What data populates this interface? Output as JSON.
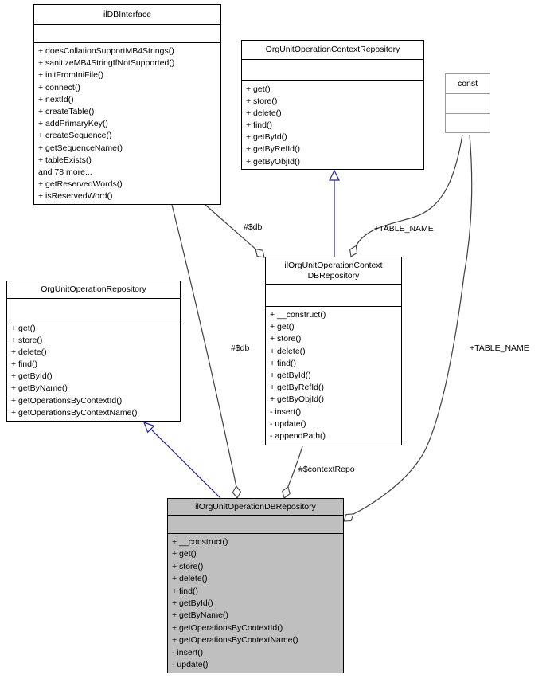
{
  "diagram_type": "uml-collaboration-graph",
  "classes": {
    "dbi": {
      "title": "ilDBInterface",
      "members": [
        "+ doesCollationSupportMB4Strings()",
        "+ sanitizeMB4StringIfNotSupported()",
        "+ initFromIniFile()",
        "+ connect()",
        "+ nextId()",
        "+ createTable()",
        "+ addPrimaryKey()",
        "+ createSequence()",
        "+ getSequenceName()",
        "+ tableExists()",
        "and 78 more...",
        "+ getReservedWords()",
        "+ isReservedWord()"
      ]
    },
    "ctx_repo": {
      "title": "OrgUnitOperationContextRepository",
      "members": [
        "+ get()",
        "+ store()",
        "+ delete()",
        "+ find()",
        "+ getById()",
        "+ getByRefId()",
        "+ getByObjId()"
      ]
    },
    "const_box": {
      "title": "const"
    },
    "ctx_db": {
      "title": "ilOrgUnitOperationContext\nDBRepository",
      "members": [
        "+ __construct()",
        "+ get()",
        "+ store()",
        "+ delete()",
        "+ find()",
        "+ getById()",
        "+ getByRefId()",
        "+ getByObjId()",
        "- insert()",
        "- update()",
        "- appendPath()"
      ]
    },
    "op_repo": {
      "title": "OrgUnitOperationRepository",
      "members": [
        "+ get()",
        "+ store()",
        "+ delete()",
        "+ find()",
        "+ getById()",
        "+ getByName()",
        "+ getOperationsByContextId()",
        "+ getOperationsByContextName()"
      ]
    },
    "op_db": {
      "title": "ilOrgUnitOperationDBRepository",
      "members": [
        "+ __construct()",
        "+ get()",
        "+ store()",
        "+ delete()",
        "+ find()",
        "+ getById()",
        "+ getByName()",
        "+ getOperationsByContextId()",
        "+ getOperationsByContextName()",
        "- insert()",
        "- update()"
      ]
    }
  },
  "edge_labels": {
    "db_to_ctx_db": "#$db",
    "db_to_op_db": "#$db",
    "table_name_to_ctx_db": "+TABLE_NAME",
    "table_name_to_op_db": "+TABLE_NAME",
    "context_repo_to_op_db": "#$contextRepo"
  },
  "colors": {
    "inheritance_edge": "#22229a",
    "member_edge": "#404040",
    "highlighted_node_fill": "#bfbfbf",
    "node_border": "#000000",
    "const_node_border": "#9a9a9a"
  }
}
